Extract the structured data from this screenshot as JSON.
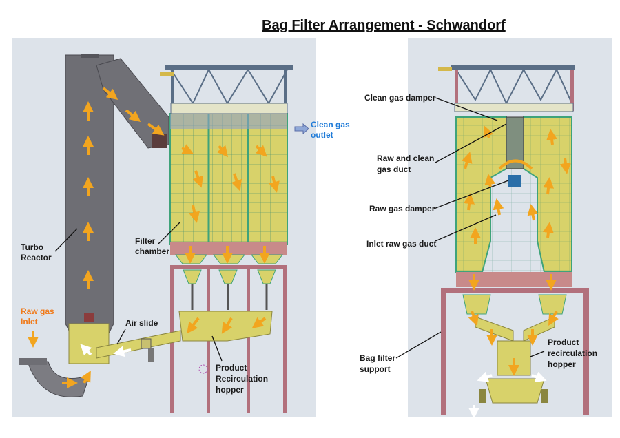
{
  "title": "Bag Filter Arrangement - Schwandorf",
  "left_labels": {
    "clean_gas_outlet_1": "Clean gas",
    "clean_gas_outlet_2": "outlet",
    "turbo_reactor_1": "Turbo",
    "turbo_reactor_2": "Reactor",
    "filter_chamber_1": "Filter",
    "filter_chamber_2": "chamber",
    "raw_gas_inlet_1": "Raw gas",
    "raw_gas_inlet_2": "Inlet",
    "air_slide": "Air slide",
    "product_recirc_1": "Product",
    "product_recirc_2": "Recirculation",
    "product_recirc_3": "hopper"
  },
  "right_labels": {
    "clean_gas_damper": "Clean gas damper",
    "raw_clean_duct_1": "Raw and clean",
    "raw_clean_duct_2": "gas duct",
    "raw_gas_damper": "Raw gas damper",
    "inlet_raw_duct": "Inlet raw gas duct",
    "bag_filter_support_1": "Bag filter",
    "bag_filter_support_2": "support",
    "product_recirc_1": "Product",
    "product_recirc_2": "recirculation",
    "product_recirc_3": "hopper"
  },
  "colors": {
    "reactor_gray": "#6e6e74",
    "filter_yellow": "#d8d26a",
    "frame_green": "#3fa37a",
    "support_red": "#b2707c",
    "arrow_orange": "#f2a51f",
    "outlet_blue": "#1f7bd8",
    "inlet_orange": "#f07a1a"
  }
}
